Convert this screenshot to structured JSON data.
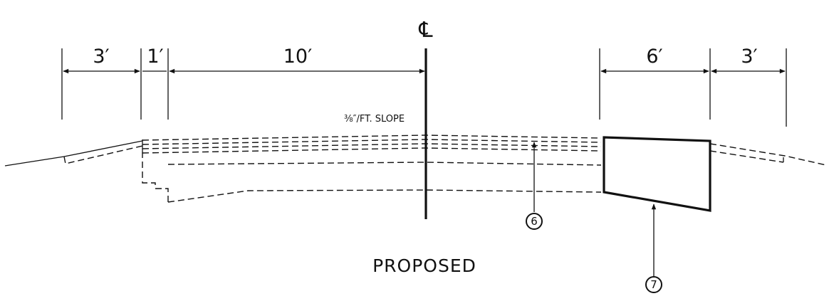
{
  "centerline_symbol": "℄",
  "dimensions": {
    "left_shoulder": "3′",
    "left_curb": "1′",
    "lane": "10′",
    "right_section": "6′",
    "right_shoulder": "3′"
  },
  "slope_note": "⅜″/FT. SLOPE",
  "title": "PROPOSED",
  "callouts": {
    "pavement": "6",
    "block": "7"
  },
  "colors": {
    "ink": "#111111",
    "background": "#ffffff"
  }
}
